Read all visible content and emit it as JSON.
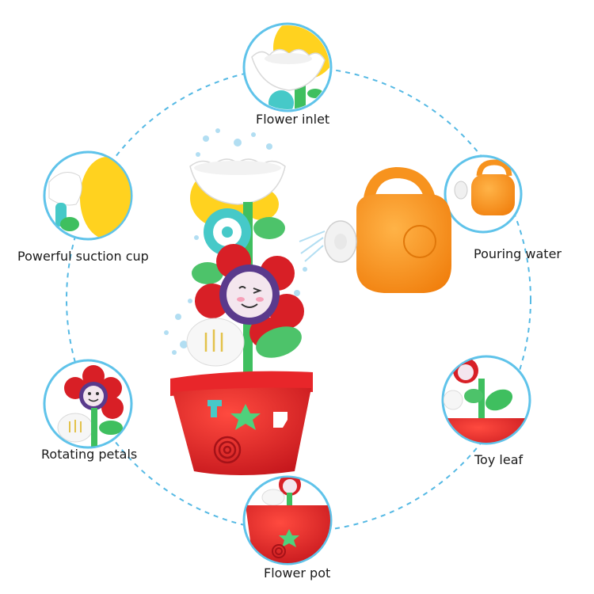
{
  "labels": {
    "flower_inlet": "Flower inlet",
    "suction_cup": "Powerful suction cup",
    "pouring_water": "Pouring water",
    "rotating_petals": "Rotating petals",
    "toy_leaf": "Toy leaf",
    "flower_pot": "Flower pot"
  },
  "colors": {
    "circle_line": "#55b9e4",
    "callout_border": "#5fc3ea",
    "pot_red": "#e02424",
    "petal_red": "#d81f26",
    "flower_face": "#f4e6ee",
    "watering_can": "#f7931e",
    "leaf_green": "#3fbf5f",
    "suction_yellow": "#ffd21f",
    "cup_white": "#ffffff",
    "teal": "#46c9c8"
  }
}
